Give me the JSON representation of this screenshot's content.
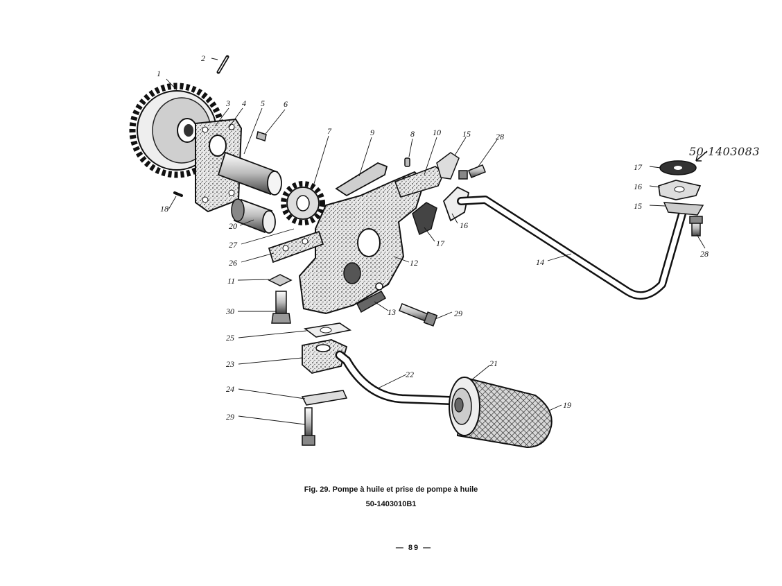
{
  "figure": {
    "caption": "Fig. 29. Pompe à huile et prise de pompe à huile",
    "part_number": "50-1403010B1",
    "handwritten_note": "50-1403083",
    "page_number": "— 89 —"
  },
  "callouts": {
    "c1": "1",
    "c2": "2",
    "c3": "3",
    "c4": "4",
    "c5": "5",
    "c6": "6",
    "c7": "7",
    "c8": "8",
    "c9": "9",
    "c10": "10",
    "c11": "11",
    "c12": "12",
    "c13": "13",
    "c14": "14",
    "c15a": "15",
    "c15b": "15",
    "c16a": "16",
    "c16b": "16",
    "c17a": "17",
    "c17b": "17",
    "c18": "18",
    "c19": "19",
    "c20": "20",
    "c21": "21",
    "c22": "22",
    "c23": "23",
    "c24": "24",
    "c25": "25",
    "c26": "26",
    "c27": "27",
    "c28a": "28",
    "c28b": "28",
    "c29a": "29",
    "c29b": "29",
    "c30": "30"
  }
}
